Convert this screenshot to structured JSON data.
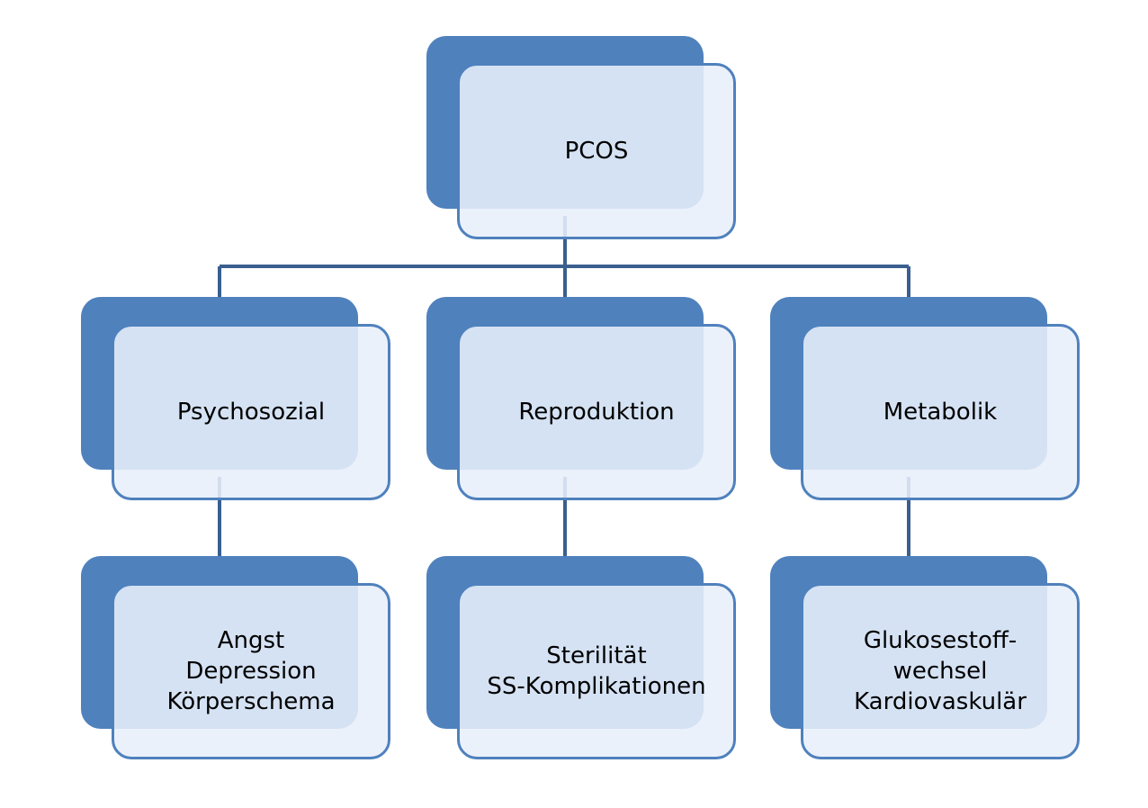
{
  "colors": {
    "back_fill": "#4f81bd",
    "front_fill": "#e8effa",
    "border": "#4f81bd",
    "connector": "#3a5f8f"
  },
  "root": {
    "label": "PCOS"
  },
  "branches": [
    {
      "label": "Psychosozial",
      "detail_lines": [
        "Angst",
        "Depression",
        "Körperschema"
      ]
    },
    {
      "label": "Reproduktion",
      "detail_lines": [
        "Sterilität",
        "SS-Komplikationen"
      ]
    },
    {
      "label": "Metabolik",
      "detail_lines": [
        "Glukosestoff-",
        "wechsel",
        "Kardiovaskulär"
      ]
    }
  ]
}
